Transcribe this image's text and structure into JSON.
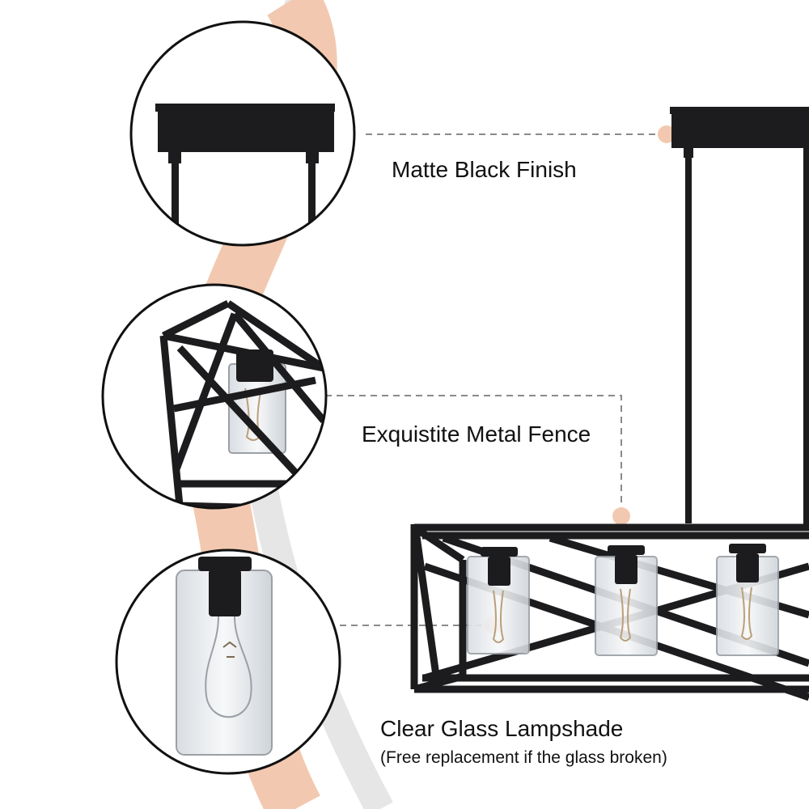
{
  "colors": {
    "accent": "#F2C9B0",
    "arc_gray": "#E6E6E6",
    "metal": "#1C1C1E",
    "dash": "#8A8A8A"
  },
  "features": {
    "matte_black": {
      "label": "Matte Black Finish"
    },
    "metal_fence": {
      "label": "Exquistite Metal Fence"
    },
    "glass_shade": {
      "label": "Clear Glass Lampshade",
      "note": "(Free replacement if the glass broken)"
    }
  }
}
